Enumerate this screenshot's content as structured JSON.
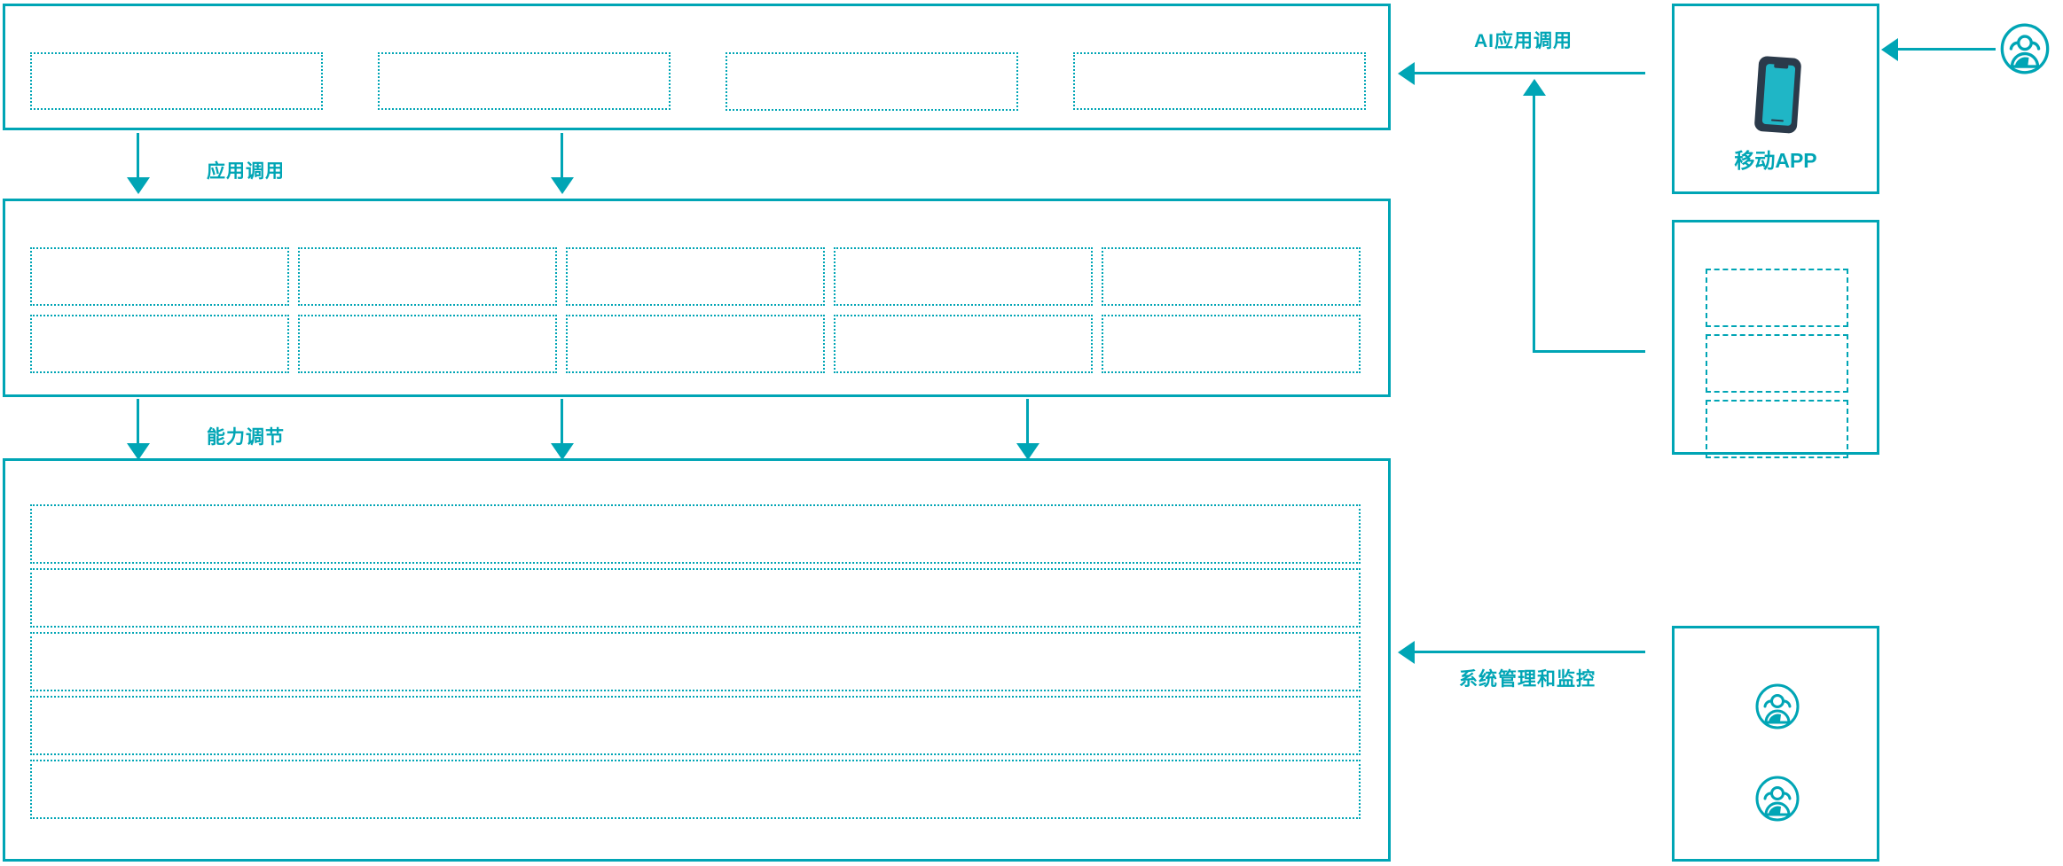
{
  "theme": {
    "accent": "#00a5b5",
    "phone_body": "#2b3a4a",
    "phone_screen": "#1fb6c6",
    "background": "#ffffff"
  },
  "diagram": {
    "type": "architecture-flow",
    "left_stack": [
      {
        "id": "application-layer",
        "slot_count": 4,
        "slots": [
          {
            "label": ""
          },
          {
            "label": ""
          },
          {
            "label": ""
          },
          {
            "label": ""
          }
        ]
      },
      {
        "id": "capability-layer",
        "slot_count": 10,
        "columns": 5,
        "rows": 2,
        "slots": [
          {
            "label": ""
          },
          {
            "label": ""
          },
          {
            "label": ""
          },
          {
            "label": ""
          },
          {
            "label": ""
          },
          {
            "label": ""
          },
          {
            "label": ""
          },
          {
            "label": ""
          },
          {
            "label": ""
          },
          {
            "label": ""
          }
        ]
      },
      {
        "id": "platform-layer",
        "slot_count": 5,
        "slots": [
          {
            "label": ""
          },
          {
            "label": ""
          },
          {
            "label": ""
          },
          {
            "label": ""
          },
          {
            "label": ""
          }
        ]
      }
    ],
    "flows": [
      {
        "id": "flow-app-call",
        "label": "应用调用",
        "direction": "down"
      },
      {
        "id": "flow-capability",
        "label": "能力调节",
        "direction": "down"
      },
      {
        "id": "flow-ai-app-call",
        "label": "AI应用调用",
        "direction": "left"
      },
      {
        "id": "flow-sys-monitor",
        "label": "系统管理和监控",
        "direction": "left"
      }
    ],
    "right_panels": [
      {
        "id": "mobile-app-panel",
        "label": "移动APP",
        "icon": "mobile-phone-icon",
        "slots": []
      },
      {
        "id": "secondary-channel-panel",
        "label": "",
        "icon": "",
        "slots": [
          {
            "label": ""
          },
          {
            "label": ""
          },
          {
            "label": ""
          }
        ]
      },
      {
        "id": "users-panel",
        "label": "",
        "icon": "users-group-icon",
        "icon_count": 2,
        "slots": []
      }
    ],
    "external_actor": {
      "id": "external-user",
      "icon": "users-group-icon",
      "label": ""
    }
  }
}
